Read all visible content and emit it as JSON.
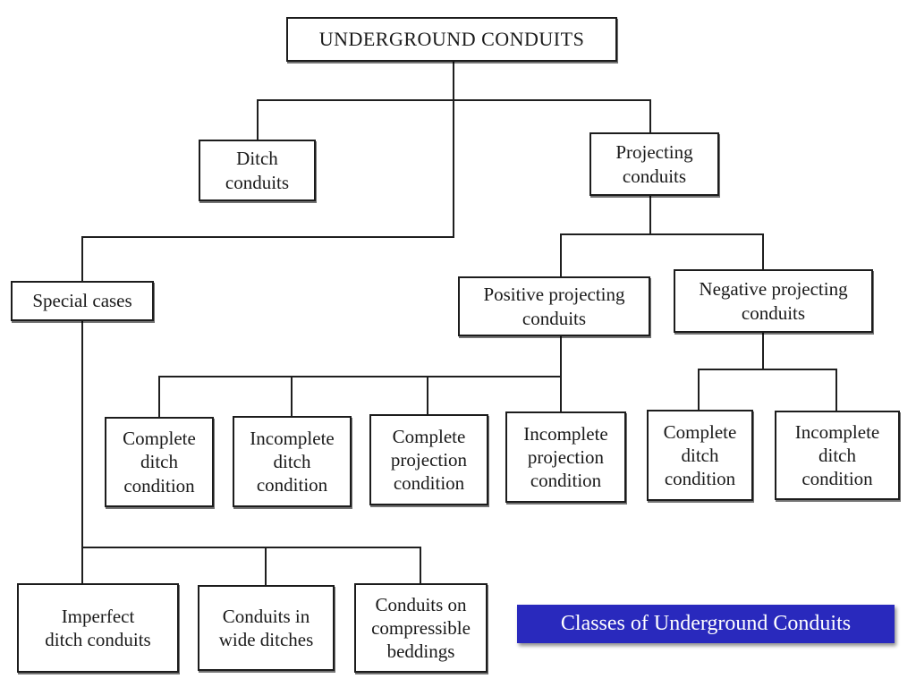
{
  "diagram": {
    "nodes": {
      "root": "UNDERGROUND CONDUITS",
      "ditch_conduits": "Ditch\nconduits",
      "projecting_conduits": "Projecting\nconduits",
      "special_cases": "Special cases",
      "positive_projecting": "Positive projecting\nconduits",
      "negative_projecting": "Negative projecting\nconduits",
      "pos_complete_ditch": "Complete\nditch\ncondition",
      "pos_incomplete_ditch": "Incomplete\nditch\ncondition",
      "pos_complete_projection": "Complete\nprojection\ncondition",
      "pos_incomplete_projection": "Incomplete\nprojection\ncondition",
      "neg_complete_ditch": "Complete\nditch\ncondition",
      "neg_incomplete_ditch": "Incomplete\nditch\ncondition",
      "imperfect_ditch": "Imperfect\nditch conduits",
      "wide_ditches": "Conduits in\nwide ditches",
      "compressible_beddings": "Conduits on\ncompressible\nbeddings"
    }
  },
  "caption": {
    "text": "Classes of Underground Conduits",
    "background": "#2929bd",
    "color": "#ffffff"
  }
}
